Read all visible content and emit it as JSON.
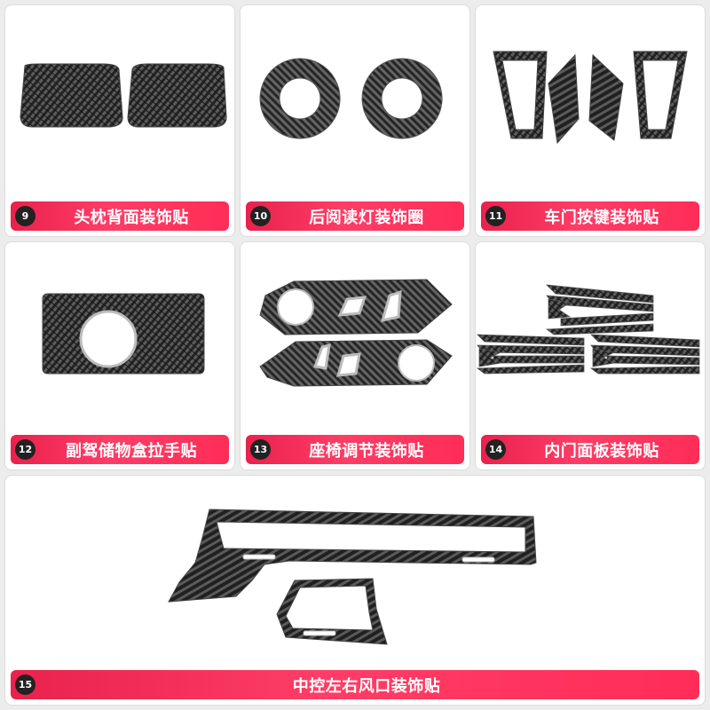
{
  "products": [
    {
      "number": "9",
      "name": "头枕背面装饰贴"
    },
    {
      "number": "10",
      "name": "后阅读灯装饰圈"
    },
    {
      "number": "11",
      "name": "车门按键装饰贴"
    },
    {
      "number": "12",
      "name": "副驾储物盒拉手贴"
    },
    {
      "number": "13",
      "name": "座椅调节装饰贴"
    },
    {
      "number": "14",
      "name": "内门面板装饰贴"
    },
    {
      "number": "15",
      "name": "中控左右风口装饰贴"
    }
  ],
  "colors": {
    "label_bar": "#ff3560",
    "carbon_dark": "#1c1c1c",
    "carbon_light": "#6a6a6a",
    "card_bg": "#ffffff",
    "page_bg": "#ececec"
  }
}
